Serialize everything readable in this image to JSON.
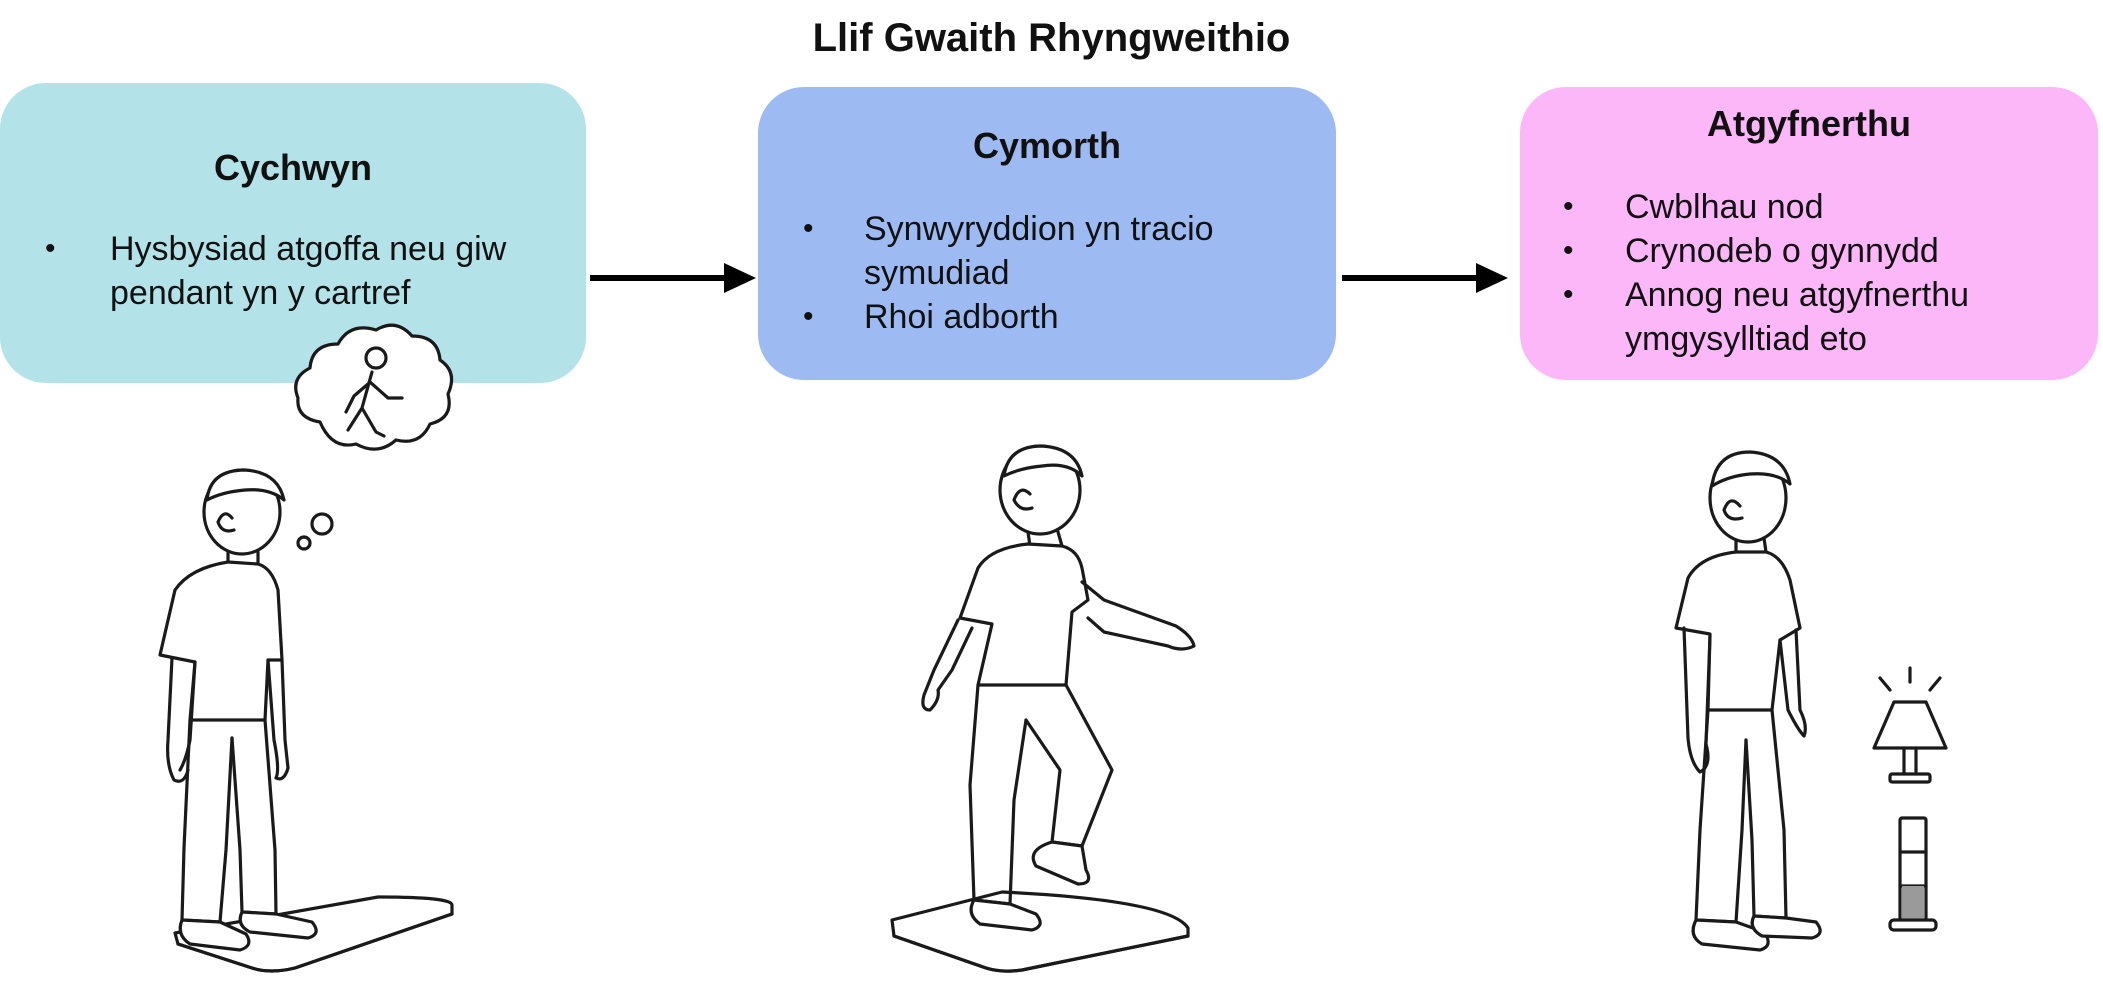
{
  "title": "Llif Gwaith Rhyngweithio",
  "stages": [
    {
      "heading": "Cychwyn",
      "color": "#b3e3e9",
      "items": [
        "Hysbysiad atgoffa neu giw pendant yn y cartref"
      ]
    },
    {
      "heading": "Cymorth",
      "color": "#9dbbf2",
      "items": [
        "Synwyryddion yn tracio symudiad",
        "Rhoi adborth"
      ]
    },
    {
      "heading": "Atgyfnerthu",
      "color": "#fcb7f8",
      "items": [
        "Cwblhau nod",
        "Crynodeb o gynnydd",
        "Annog neu atgyfnerthu ymgysylltiad eto"
      ]
    }
  ],
  "bullet": "•",
  "icons": [
    "arrow-right-icon",
    "thought-bubble-icon",
    "walking-person-icon",
    "floor-mat-icon",
    "lamp-icon",
    "progress-meter-icon"
  ]
}
